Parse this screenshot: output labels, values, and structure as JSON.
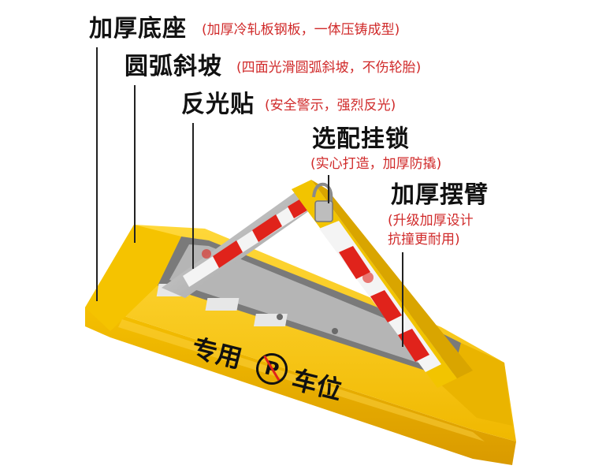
{
  "callouts": {
    "base": {
      "title": "加厚底座",
      "note": "(加厚冷轧板钢板，一体压铸成型)"
    },
    "slope": {
      "title": "圆弧斜坡",
      "note": "(四面光滑圆弧斜坡，不伤轮胎)"
    },
    "reflector": {
      "title": "反光贴",
      "note": "(安全警示，强烈反光)"
    },
    "lock": {
      "title": "选配挂锁",
      "note": "(实心打造，加厚防撬)"
    },
    "arm": {
      "title": "加厚摆臂",
      "note_line1": "(升级加厚设计",
      "note_line2": "抗撞更耐用)"
    }
  },
  "product": {
    "sign_left": "专用",
    "sign_symbol": "P",
    "sign_right": "车位",
    "body_color": "#f2c400",
    "reflector_red": "#e0231b",
    "reflector_white": "#f4f4f4"
  }
}
